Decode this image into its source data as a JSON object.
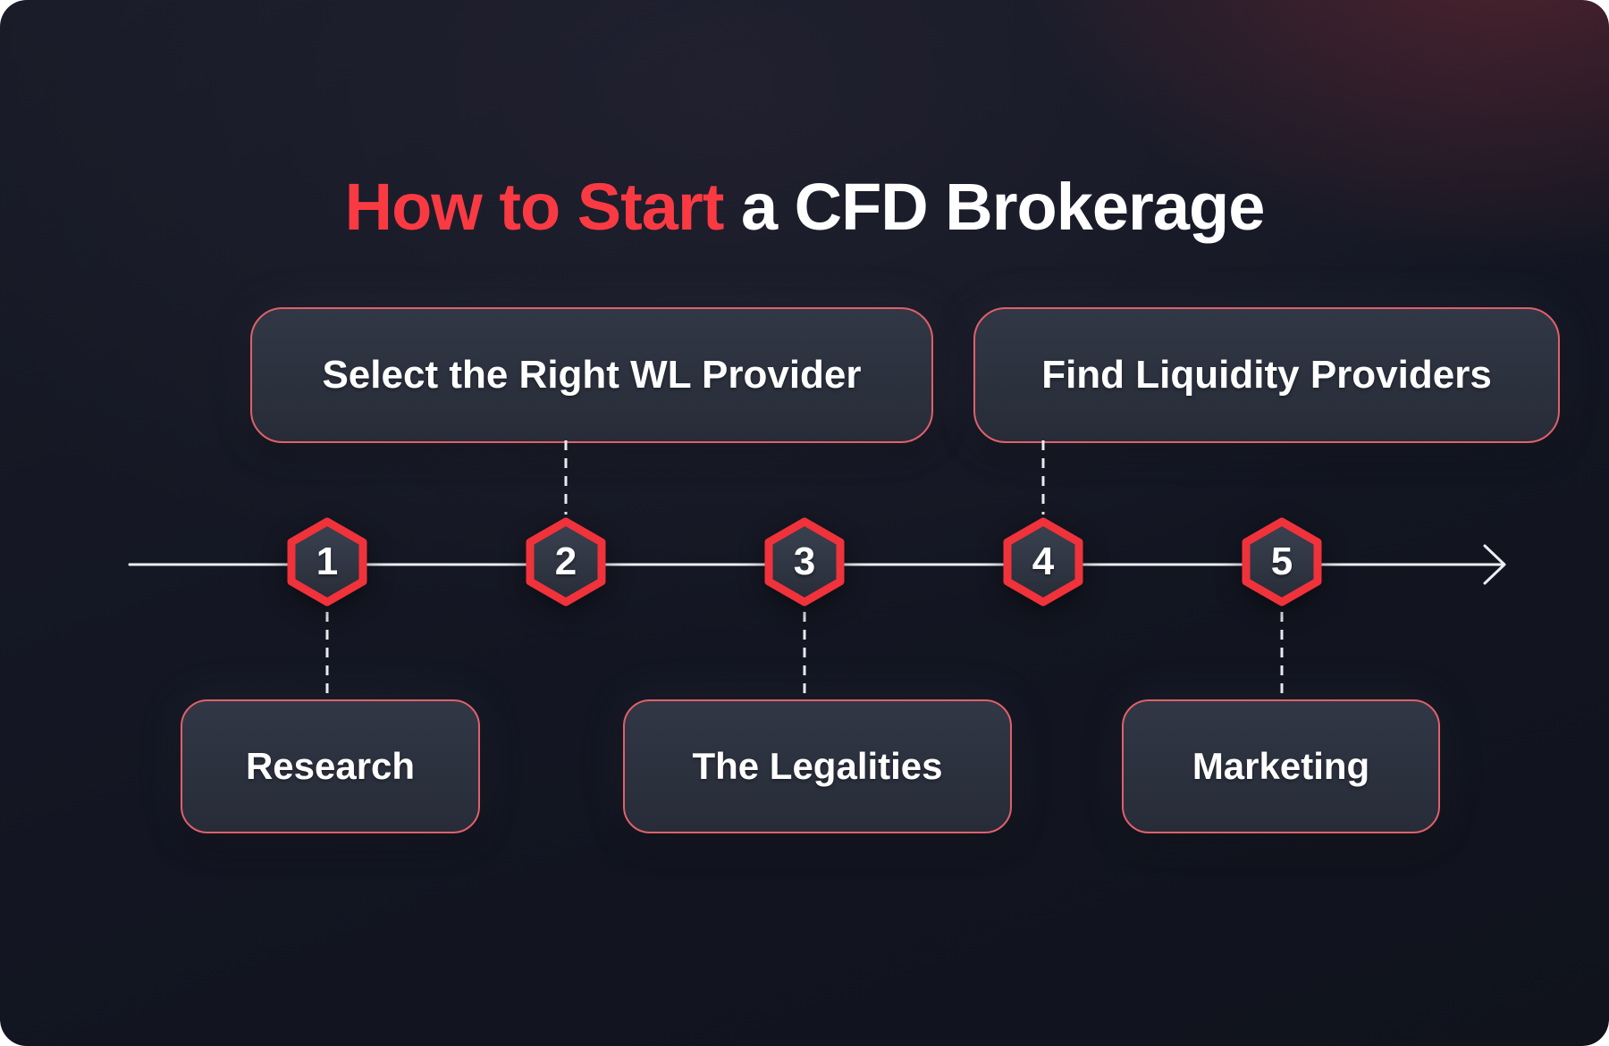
{
  "title": {
    "highlight": "How to Start",
    "rest": " a CFD Brokerage"
  },
  "steps": [
    {
      "number": "1",
      "label": "Research",
      "position": "below"
    },
    {
      "number": "2",
      "label": "Select the Right WL Provider",
      "position": "above"
    },
    {
      "number": "3",
      "label": "The Legalities",
      "position": "below"
    },
    {
      "number": "4",
      "label": "Find Liquidity Providers",
      "position": "above"
    },
    {
      "number": "5",
      "label": "Marketing",
      "position": "below"
    }
  ],
  "colors": {
    "background": "#131622",
    "background_glow": "#7a2a36",
    "title_accent": "#fa3a43",
    "title_text": "#ffffff",
    "box_fill": "#2c3240",
    "box_border": "#e0606a",
    "hexagon_border": "#f0323b",
    "hexagon_fill": "#313848",
    "timeline_line": "#eceef2",
    "connector_dash": "#e8eaee",
    "step_text": "#ffffff"
  }
}
